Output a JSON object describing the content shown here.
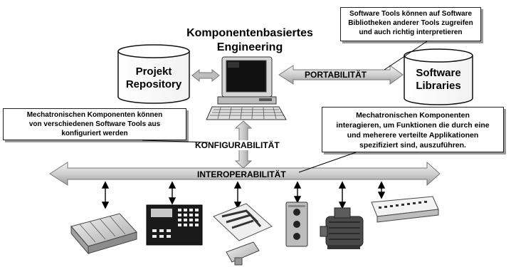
{
  "title": {
    "line1": "Komponentenbasiertes",
    "line2": "Engineering"
  },
  "repository": {
    "line1": "Projekt",
    "line2": "Repository"
  },
  "libraries": {
    "line1": "Software",
    "line2": "Libraries"
  },
  "arrows": {
    "portability": "PORTABILITÄT",
    "configurability": "KONFIGURABILITÄT",
    "interoperability": "INTEROPERABILITÄT"
  },
  "notes": {
    "top_right": [
      "Software Tools können auf Software",
      "Bibliotheken anderer Tools zugreifen",
      "und auch richtig interpretieren"
    ],
    "left": [
      "Mechatronischen Komponenten können",
      "von verschiedenen Software Tools aus",
      "konfiguriert werden"
    ],
    "right": [
      "Mechatronischen Komponenten",
      "interagieren, um Funktionen die durch eine",
      "und meherere verteilte Applikationen",
      "spezifiziert sind, auszuführen."
    ]
  },
  "devices": [
    {
      "name": "plc-module",
      "icon": "plc-icon"
    },
    {
      "name": "operator-panel",
      "icon": "hmi-panel-icon"
    },
    {
      "name": "motion-controller",
      "icon": "servo-drive-icon"
    },
    {
      "name": "pushbutton-station",
      "icon": "pushbutton-icon"
    },
    {
      "name": "electric-motor",
      "icon": "motor-icon"
    },
    {
      "name": "io-module",
      "icon": "io-module-icon"
    }
  ]
}
